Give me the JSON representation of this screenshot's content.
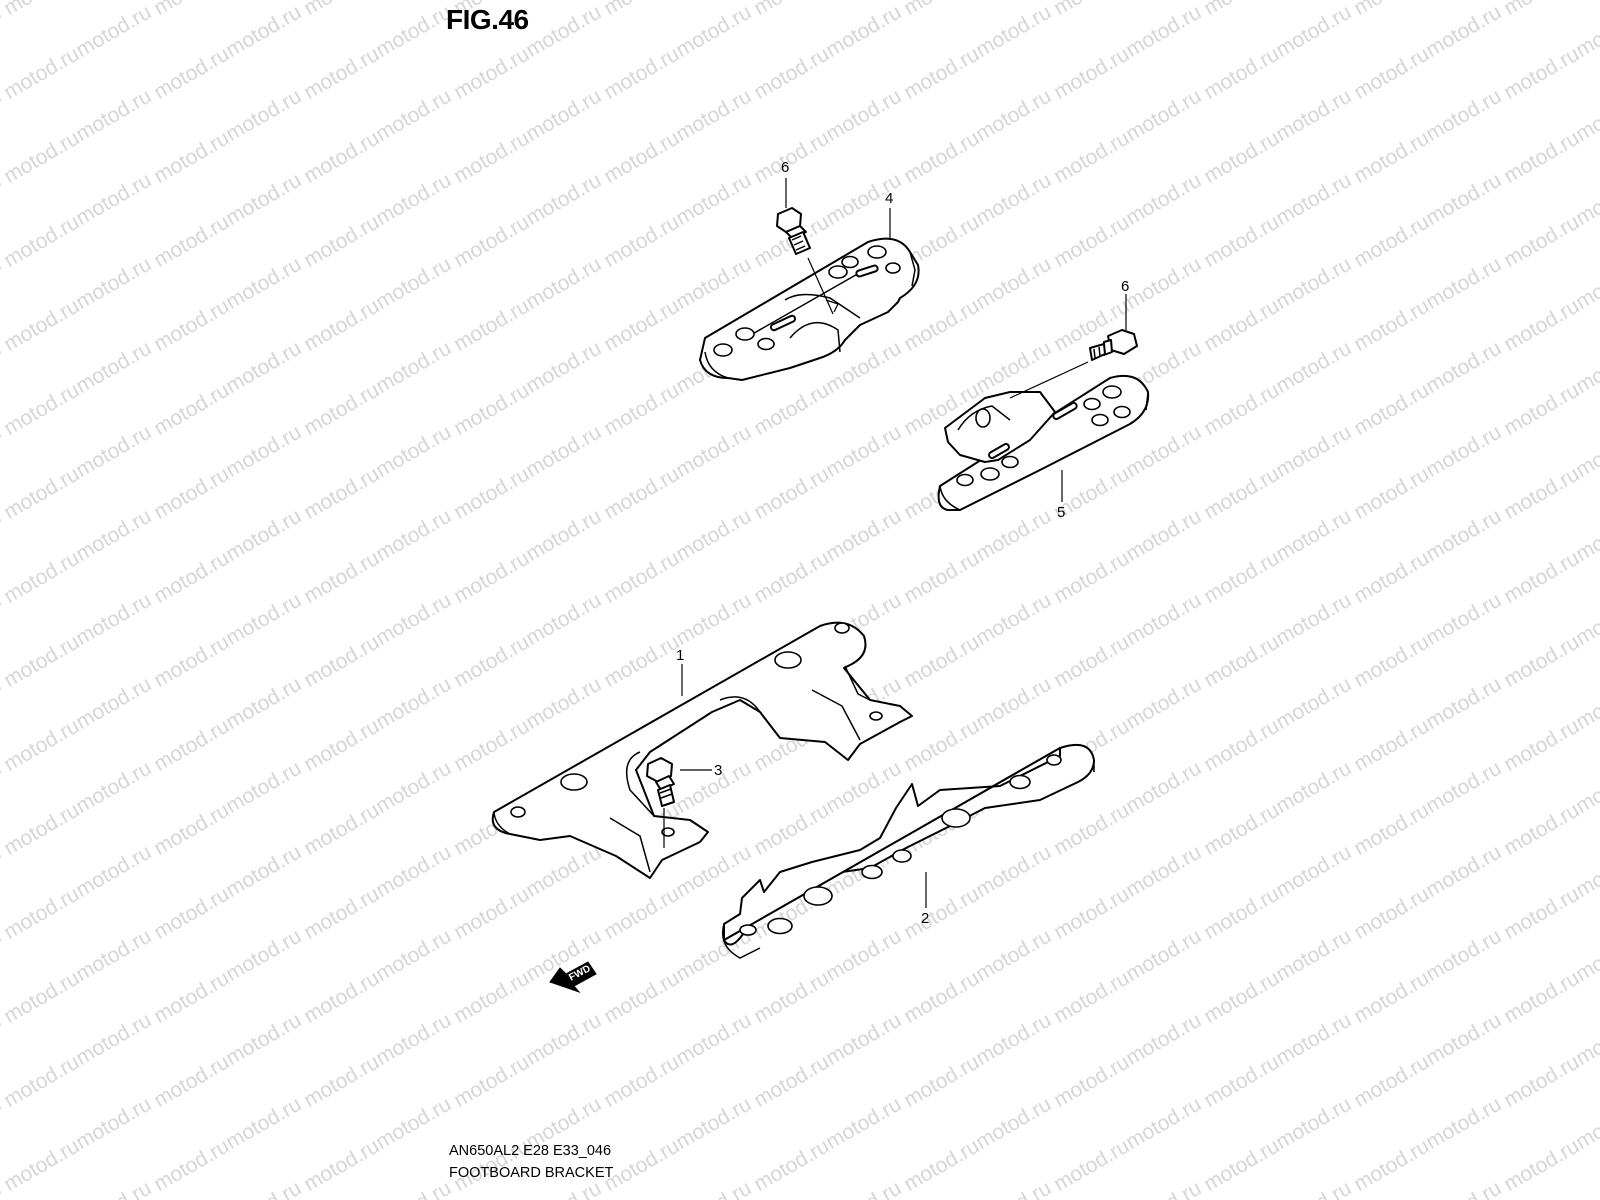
{
  "figure": {
    "title": "FIG.46"
  },
  "watermark": {
    "text": "motod.ru"
  },
  "footer": {
    "model_code": "AN650AL2 E28 E33_046",
    "caption": "FOOTBOARD BRACKET"
  },
  "direction_marker": {
    "label": "FWD",
    "icon": "forward-arrow-icon"
  },
  "parts": [
    {
      "number": "1",
      "name": "bracket"
    },
    {
      "number": "2",
      "name": "bracket"
    },
    {
      "number": "3",
      "name": "bolt"
    },
    {
      "number": "4",
      "name": "bracket"
    },
    {
      "number": "5",
      "name": "bracket"
    },
    {
      "number": "6",
      "name": "bolt"
    }
  ],
  "callouts": {
    "c1": "1",
    "c2": "2",
    "c3": "3",
    "c4": "4",
    "c5": "5",
    "c6a": "6",
    "c6b": "6"
  }
}
